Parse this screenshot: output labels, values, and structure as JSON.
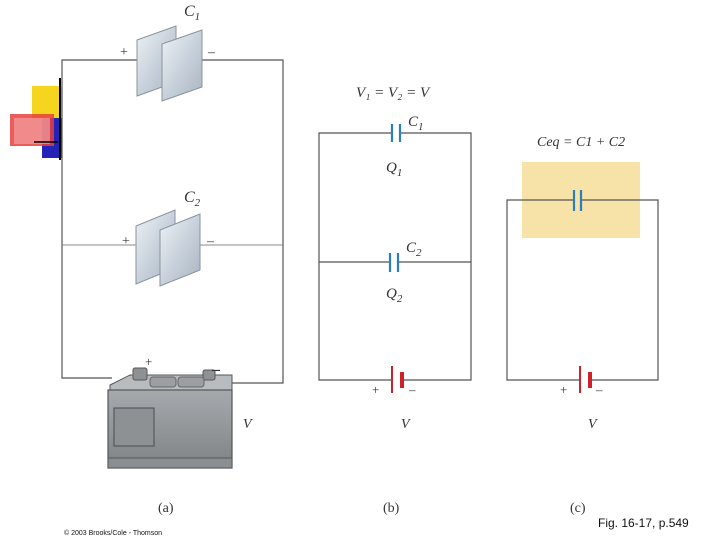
{
  "figure": {
    "caption": "Fig. 16-17, p.549",
    "copyright": "© 2003 Brooks/Cole - Thomson"
  },
  "panel_a": {
    "label": "(a)",
    "c1_label": "C",
    "c1_sub": "1",
    "c2_label": "C",
    "c2_sub": "2",
    "plus_sign": "+",
    "minus_sign": "–",
    "voltage_label": "V"
  },
  "panel_b": {
    "label": "(b)",
    "equation": "V₁ = V₂ = V",
    "c1_label": "C",
    "c1_sub": "1",
    "q1_label": "Q",
    "q1_sub": "1",
    "c2_label": "C",
    "c2_sub": "2",
    "q2_label": "Q",
    "q2_sub": "2",
    "plus_sign": "+",
    "minus_sign": "–",
    "voltage_label": "V"
  },
  "panel_c": {
    "label": "(c)",
    "equation": "Ceq = C1 + C2",
    "plus_sign": "+",
    "minus_sign": "–",
    "voltage_label": "V"
  },
  "colors": {
    "capacitor_blue": "#2a7fc0",
    "battery_red": "#d0202a",
    "highlight_bg": "#f7e2a8",
    "deco_yellow": "#f6d51e",
    "deco_blue": "#2323b8",
    "deco_red": "#e84040"
  }
}
